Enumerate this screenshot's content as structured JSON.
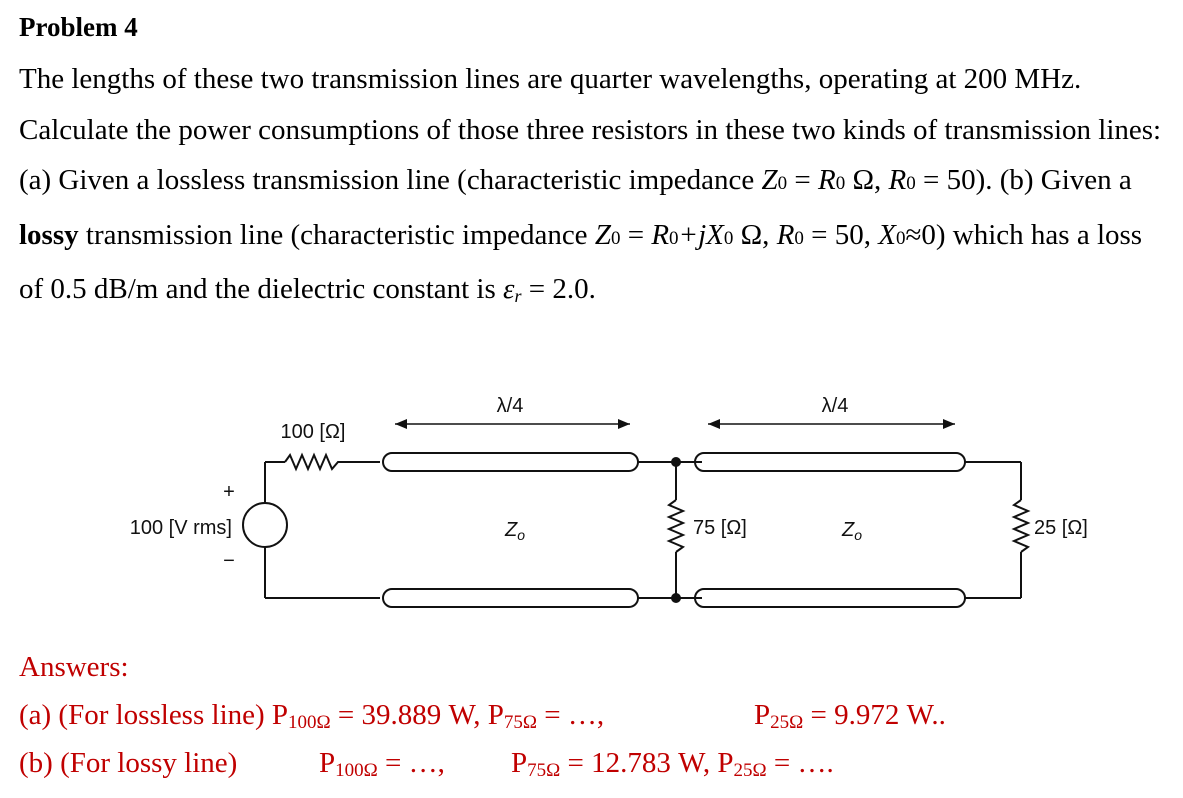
{
  "problem": {
    "title": "Problem 4",
    "intro": "The lengths of these two transmission lines are quarter wavelengths, operating at 200 MHz. Calculate the power consumptions of those three resistors in these two kinds of transmission lines: (a) Given a lossless transmission line (characteristic impedance ",
    "z0_symbol": "Z",
    "zero_sub": "0",
    "eq": " = ",
    "r0_symbol": "R",
    "ohm_unit": " Ω, ",
    "r0_value": " = 50). (b) Given a ",
    "lossy_word": "lossy",
    "part_b_text": " transmission line (characteristic impedance ",
    "plus_j": "+jX",
    "x0_symbol": "X",
    "approx_zero": "≈0) which has a loss of 0.5 dB/m and the dielectric constant is ",
    "epsilon": "ε",
    "epsilon_sub": "r",
    "epsilon_value": " = 2.0."
  },
  "circuit": {
    "source_label": "100 [V rms]",
    "source_plus": "+",
    "source_minus": "−",
    "series_resistor_label": "100 [Ω]",
    "line1_length_label": "λ/4",
    "line2_length_label": "λ/4",
    "line1_impedance": "Z",
    "line2_impedance": "Z",
    "impedance_sub": "o",
    "shunt_resistor_label": "75 [Ω]",
    "load_resistor_label": "25 [Ω]"
  },
  "answers": {
    "heading": "Answers:",
    "a_prefix": "(a) (For lossless line) P",
    "a_p100_sub": "100Ω",
    "a_p100_value": " = 39.889 W, P",
    "a_p75_sub": "75Ω",
    "a_p75_value": " = …,",
    "a_p25_label": "P",
    "a_p25_sub": "25Ω",
    "a_p25_value": " = 9.972 W..",
    "b_prefix": "(b) (For lossy line)",
    "b_p100_label": "P",
    "b_p100_sub": "100Ω",
    "b_p100_value": " = …,",
    "b_p75_label": "P",
    "b_p75_sub": "75Ω",
    "b_p75_value": " = 12.783 W, P",
    "b_p25_sub": "25Ω",
    "b_p25_value": " = …."
  }
}
